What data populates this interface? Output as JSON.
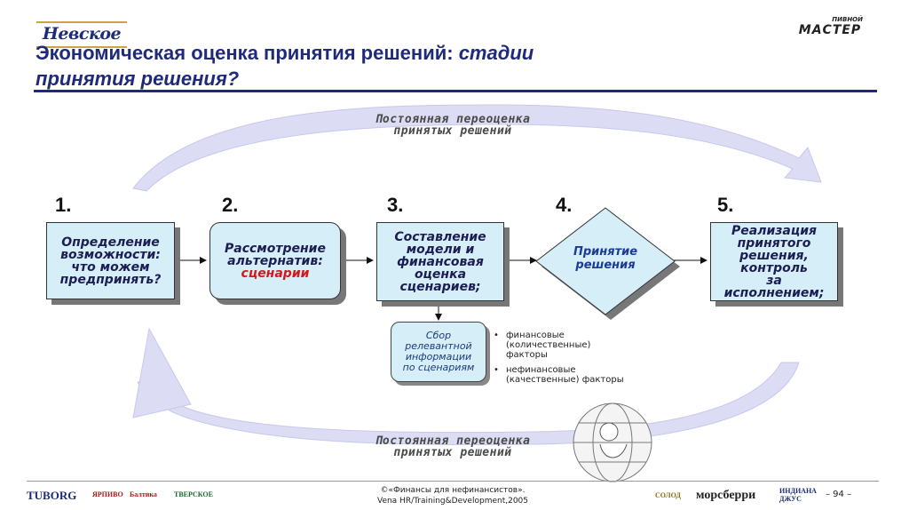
{
  "header": {
    "brand": "Невское",
    "title_regular": "Экономическая оценка принятия решений: ",
    "title_italic_line1": "стадии",
    "title_italic_line2": "принятия решения?",
    "corner_logo": "МАСТЕР",
    "corner_logo_small": "ПИВНОЙ"
  },
  "cycle": {
    "top_arrow_line1": "Постоянная переоценка",
    "top_arrow_line2": "принятых решений",
    "bottom_arrow_line1": "Постоянная переоценка",
    "bottom_arrow_line2": "принятых решений"
  },
  "steps": [
    {
      "number": "1.",
      "lines": [
        "Определение",
        "возможности:",
        "что можем",
        "предпринять?"
      ]
    },
    {
      "number": "2.",
      "lines": [
        "Рассмотрение",
        "альтернатив:"
      ],
      "highlight": "сценарии"
    },
    {
      "number": "3.",
      "lines": [
        "Составление",
        "модели и",
        "финансовая",
        "оценка",
        "сценариев;"
      ]
    },
    {
      "number": "4.",
      "lines": [
        "Принятие",
        "решения"
      ]
    },
    {
      "number": "5.",
      "lines": [
        "Реализация",
        "принятого",
        "решения,",
        "контроль",
        "за",
        "исполнением;"
      ]
    }
  ],
  "info_box": {
    "lines": [
      "Сбор",
      "релевантной",
      "информации",
      "по сценариям"
    ]
  },
  "factors": [
    {
      "line1": "финансовые",
      "line2": "(количественные)",
      "line3": "факторы"
    },
    {
      "line1": "нефинансовые",
      "line2": "(качественные) факторы",
      "line3": ""
    }
  ],
  "footer": {
    "line1": "©«Финансы для нефинансистов».",
    "line2": "Vena HR/Training&Development,2005",
    "page": "– 94 –",
    "logos_left": [
      "TUBORG",
      "ЯРПИВО",
      "Балтика",
      "ТВЕРСКОЕ"
    ],
    "logos_right": [
      "СОЛОД",
      "морсберри",
      "ИНДИАНА ДЖУС"
    ]
  },
  "colors": {
    "title": "#1f2a7a",
    "box_fill": "#d6eef8",
    "cycle_arrow": "#dcdcf4",
    "highlight": "#d2181c"
  }
}
